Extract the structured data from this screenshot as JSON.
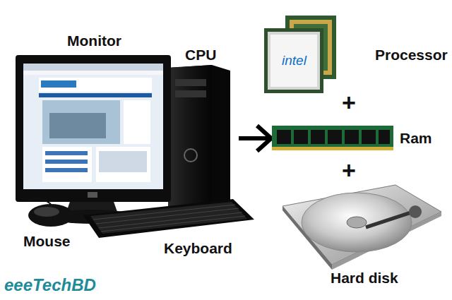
{
  "diagram": {
    "labels": [
      "Monitor",
      "CPU",
      "Processor",
      "+",
      "Ram",
      "+",
      "Mouse",
      "Keyboard",
      "Hard disk",
      "eeeTechBD",
      "intel"
    ]
  }
}
